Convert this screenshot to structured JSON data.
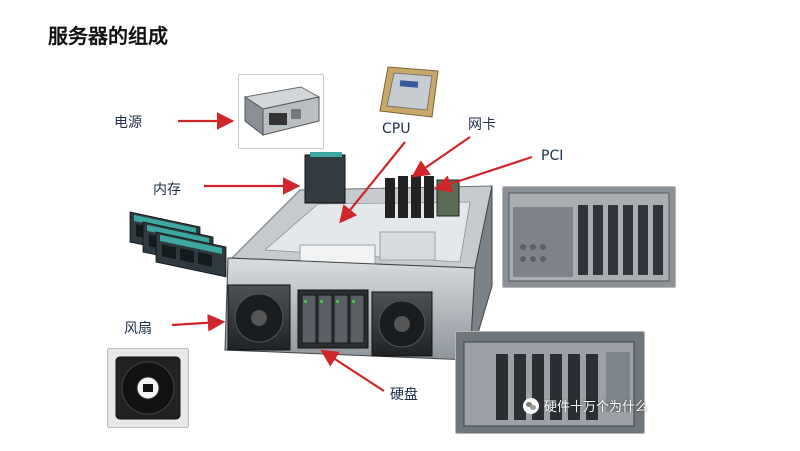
{
  "title": "服务器的组成",
  "labels": {
    "power": "电源",
    "cpu": "CPU",
    "nic": "网卡",
    "pci": "PCI",
    "memory": "内存",
    "fan": "风扇",
    "disk": "硬盘"
  },
  "watermark": "硬件十万个为什么",
  "colors": {
    "arrow": "#d0262b",
    "label": "#1f2f4a",
    "title": "#111111"
  }
}
